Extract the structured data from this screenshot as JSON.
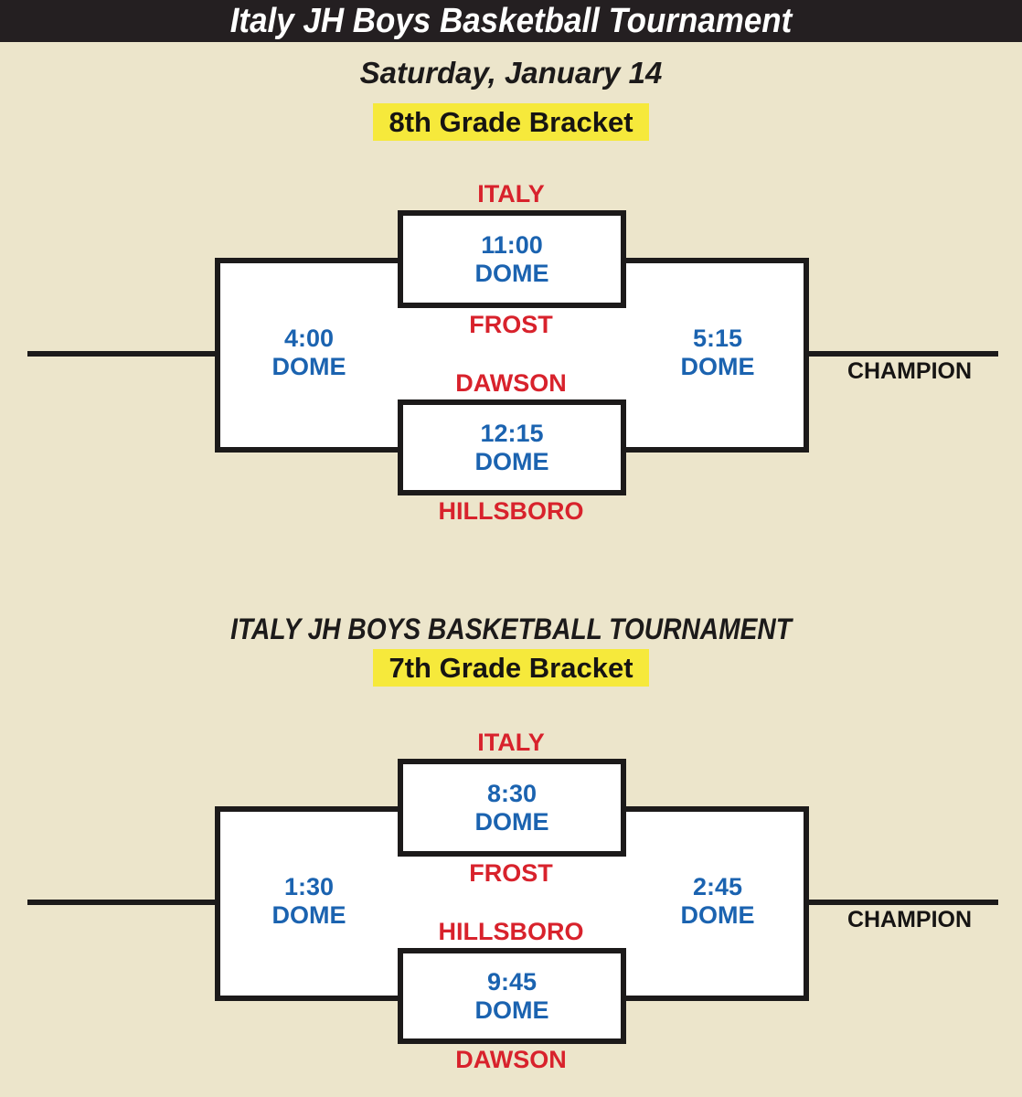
{
  "header": {
    "title": "Italy JH Boys Basketball Tournament",
    "date": "Saturday, January 14"
  },
  "colors": {
    "background": "#ECE5CB",
    "header_bg": "#241F21",
    "team_red": "#D8222C",
    "time_blue": "#1B63B0",
    "highlight_yellow": "#F6E93B",
    "line_black": "#1C1A1A",
    "box_fill": "#FFFFFF"
  },
  "brackets": [
    {
      "grade_label": "8th Grade Bracket",
      "semifinal_top": {
        "team_top": "ITALY",
        "time": "11:00",
        "venue": "DOME",
        "team_bottom": "FROST"
      },
      "semifinal_bottom": {
        "team_top": "DAWSON",
        "time": "12:15",
        "venue": "DOME",
        "team_bottom": "HILLSBORO"
      },
      "final_left": {
        "time": "4:00",
        "venue": "DOME"
      },
      "final_right": {
        "time": "5:15",
        "venue": "DOME"
      },
      "champion_label": "CHAMPION"
    },
    {
      "section_title": "ITALY JH BOYS BASKETBALL TOURNAMENT",
      "grade_label": "7th Grade Bracket",
      "semifinal_top": {
        "team_top": "ITALY",
        "time": "8:30",
        "venue": "DOME",
        "team_bottom": "FROST"
      },
      "semifinal_bottom": {
        "team_top": "HILLSBORO",
        "time": "9:45",
        "venue": "DOME",
        "team_bottom": "DAWSON"
      },
      "final_left": {
        "time": "1:30",
        "venue": "DOME"
      },
      "final_right": {
        "time": "2:45",
        "venue": "DOME"
      },
      "champion_label": "CHAMPION"
    }
  ]
}
